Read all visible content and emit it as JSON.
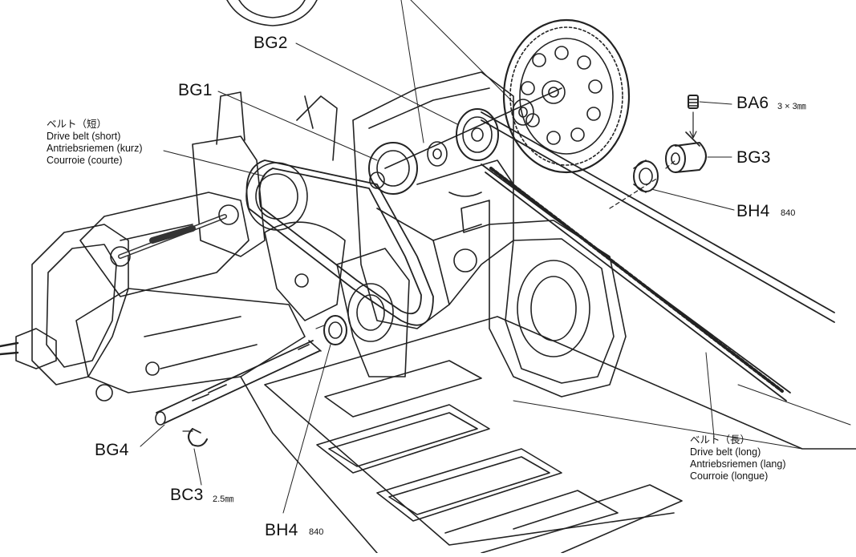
{
  "labels": {
    "bg1": "BG1",
    "bg2": "BG2",
    "bg3": "BG3",
    "bg4": "BG4",
    "ba6": "BA6",
    "ba6_size": "3 × 3㎜",
    "bh4_right": "BH4",
    "bh4_right_size": "840",
    "bh4_bottom": "BH4",
    "bh4_bottom_size": "840",
    "bc3": "BC3",
    "bc3_size": "2.5㎜"
  },
  "short_belt": {
    "ja": "ベルト（短）",
    "en": "Drive belt (short)",
    "de": "Antriebsriemen (kurz)",
    "fr": "Courroie (courte)"
  },
  "long_belt": {
    "ja": "ベルト（長）",
    "en": "Drive belt (long)",
    "de": "Antriebsriemen (lang)",
    "fr": "Courroie (longue)"
  }
}
